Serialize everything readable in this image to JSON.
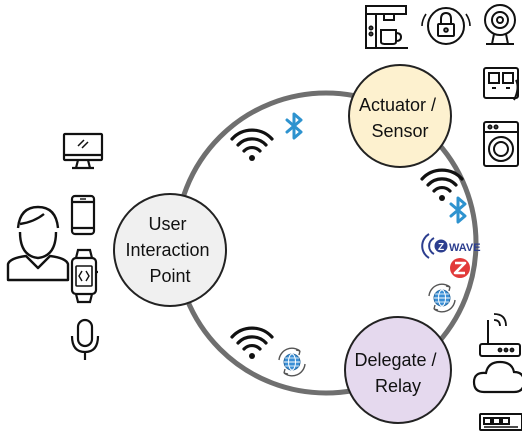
{
  "nodes": {
    "user_interaction": {
      "lines": [
        "User",
        "Interaction",
        "Point"
      ],
      "fill": "#f0f0f0"
    },
    "actuator_sensor": {
      "lines": [
        "Actuator /",
        "Sensor"
      ],
      "fill": "#fdf1cf"
    },
    "delegate_relay": {
      "lines": [
        "Delegate /",
        "Relay"
      ],
      "fill": "#e5d9ee"
    }
  },
  "ring_color": "#6f6f6f",
  "bluetooth_color": "#2e93cf",
  "zigbee_color": "#e23a3a",
  "zwave_label": "WAVE",
  "zwave_color": "#2c3e8f",
  "icons": {
    "user_side": [
      "person-icon",
      "desktop-monitor-icon",
      "smartphone-icon",
      "smartwatch-icon",
      "microphone-icon"
    ],
    "actuator_side": [
      "coffee-machine-icon",
      "smart-lock-icon",
      "webcam-icon",
      "power-outlet-icon",
      "washing-machine-icon"
    ],
    "relay_side": [
      "wifi-router-icon",
      "cloud-icon",
      "network-switch-icon"
    ],
    "links": [
      "wifi-icon",
      "bluetooth-icon",
      "zwave-icon",
      "zigbee-icon",
      "internet-globe-icon"
    ]
  }
}
